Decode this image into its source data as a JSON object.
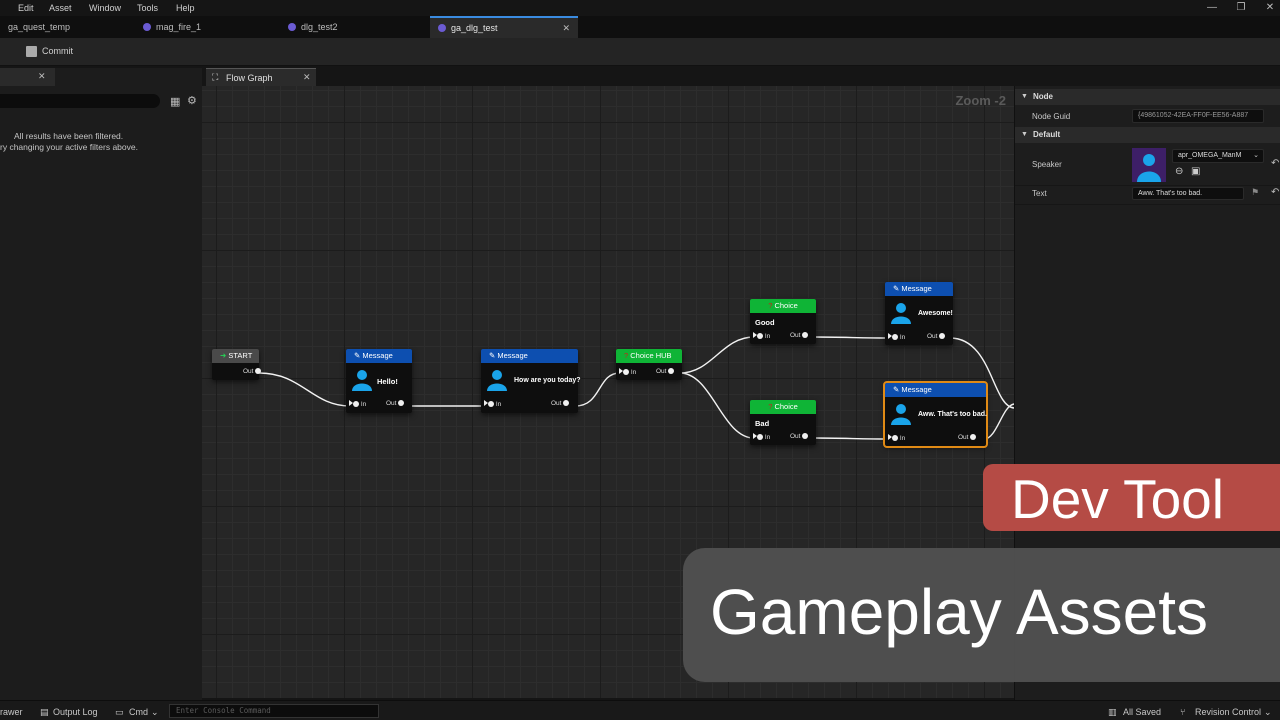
{
  "menu": {
    "items": [
      "Edit",
      "Asset",
      "Window",
      "Tools",
      "Help"
    ],
    "window_buttons": [
      "—",
      "❐",
      "✕"
    ]
  },
  "asset_tabs": [
    {
      "label": "ga_quest_temp"
    },
    {
      "label": "mag_fire_1"
    },
    {
      "label": "dlg_test2"
    },
    {
      "label": "ga_dlg_test"
    }
  ],
  "toolbar": {
    "commit_label": "Commit"
  },
  "left_panel": {
    "close": "✕",
    "filter_message_1": "All results have been filtered.",
    "filter_message_2": "ry changing your active filters above."
  },
  "graph": {
    "tab_label": "Flow Graph",
    "tab_close": "✕",
    "zoom_label": "Zoom -2",
    "nodes": {
      "start": {
        "title": "START",
        "out": "Out"
      },
      "msg_hello": {
        "title": "Message",
        "text": "Hello!",
        "in": "In",
        "out": "Out"
      },
      "msg_how": {
        "title": "Message",
        "text": "How are you today?",
        "in": "In",
        "out": "Out"
      },
      "choice_hub": {
        "title": "Choice HUB",
        "in": "In",
        "out": "Out"
      },
      "choice_good": {
        "title": "Choice",
        "text": "Good",
        "in": "In",
        "out": "Out"
      },
      "choice_bad": {
        "title": "Choice",
        "text": "Bad",
        "in": "In",
        "out": "Out"
      },
      "msg_awesome": {
        "title": "Message",
        "text": "Awesome!",
        "in": "In",
        "out": "Out"
      },
      "msg_toobad": {
        "title": "Message",
        "text": "Aww. That's too bad.",
        "in": "In",
        "out": "Out"
      }
    }
  },
  "details": {
    "node_section": "Node",
    "node_guid_label": "Node Guid",
    "node_guid_value": "{49861052-42EA-FF0F-EE56-A887",
    "default_section": "Default",
    "speaker_label": "Speaker",
    "speaker_value": "apr_OMEGA_ManM",
    "text_label": "Text",
    "text_value": "Aww. That's too bad."
  },
  "status_bar": {
    "drawer": "rawer",
    "output_log": "Output Log",
    "cmd": "Cmd",
    "console_placeholder": "Enter Console Command",
    "all_saved": "All Saved",
    "revision_control": "Revision Control"
  },
  "overlay": {
    "dev_tool": "Dev Tool",
    "gameplay_assets": "Gameplay Assets"
  },
  "colors": {
    "accent_tab": "#3a8be0",
    "message_header": "#0d4fb0",
    "choice_header": "#0fb436",
    "selected_outline": "#e08a15",
    "badge_red": "#b54b45",
    "badge_gray": "#505050"
  }
}
